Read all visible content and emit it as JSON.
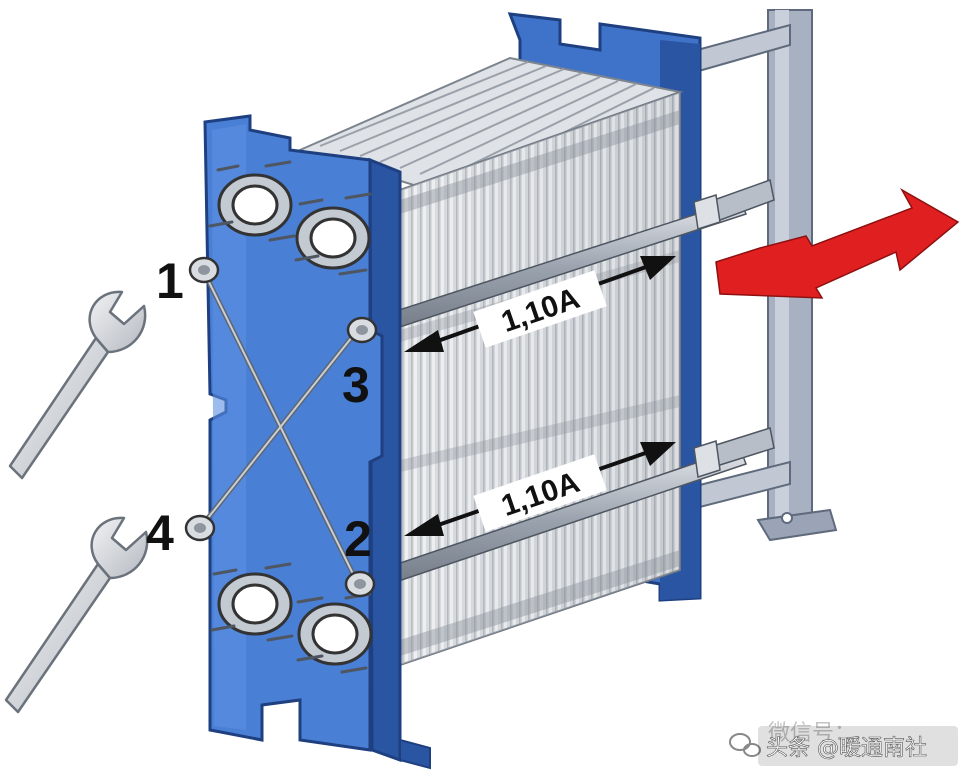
{
  "labels": {
    "bolt_1": "1",
    "bolt_2": "2",
    "bolt_3": "3",
    "bolt_4": "4",
    "dimension_top": "1,10A",
    "dimension_bottom": "1,10A"
  },
  "watermark": {
    "faint_text": "微信号：",
    "text": "头条 @暖通南社"
  },
  "colors": {
    "frame_blue": "#3f73c9",
    "frame_dark": "#2a55a3",
    "plate_gray": "#c7cbd0",
    "arrow_red": "#e02020",
    "rod": "#9aa2ad"
  }
}
